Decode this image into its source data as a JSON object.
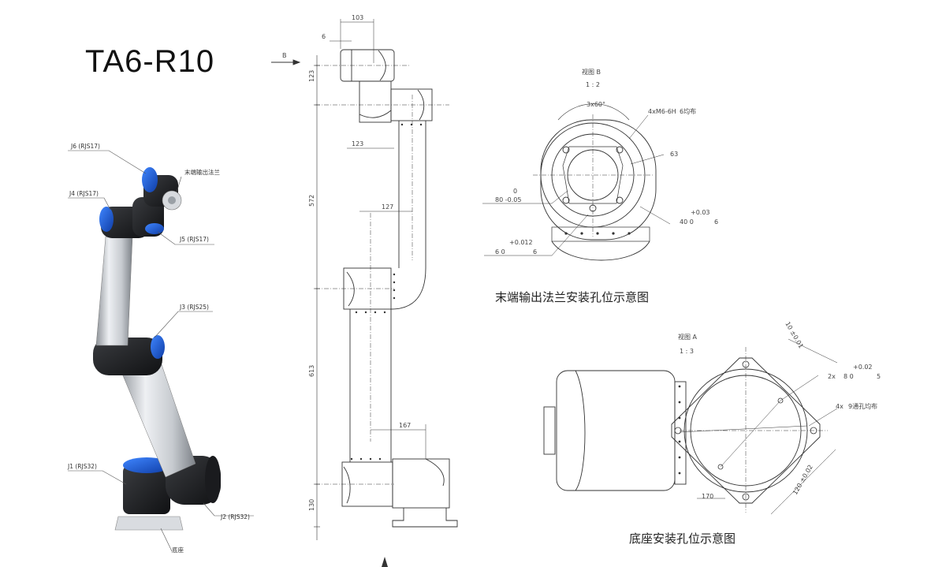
{
  "title": "TA6-R10",
  "arm_labels": {
    "j6": "J6 (RJS17)",
    "flange": "末端输出法兰",
    "j4": "J4 (RJS17)",
    "j5": "J5 (RJS17)",
    "j3": "J3 (RJS25)",
    "j1": "J1 (RJS32)",
    "j2": "J2 (RJS32)",
    "base": "底座"
  },
  "side_view": {
    "arrow_b": "B",
    "dim_top_width": "103",
    "dim_small": "6",
    "dim_123a": "123",
    "dim_123b": "123",
    "dim_572": "572",
    "dim_127": "127",
    "dim_613": "613",
    "dim_167": "167",
    "dim_130": "130"
  },
  "flange_view": {
    "view_label": "视图 B",
    "scale": "1 : 2",
    "angle": "3x60°",
    "holes": "4xM6-6H",
    "holes_depth": "6均布",
    "d63": "63",
    "d80_tol_top": "0",
    "d80": "80  -0.05",
    "d40_tol": "+0.03",
    "d40": "40   0",
    "d40_depth": "6",
    "d6_tol": "+0.012",
    "d6": "6    0",
    "d6_depth": "6",
    "caption": "末端输出法兰安装孔位示意图"
  },
  "base_view": {
    "view_label": "视图 A",
    "scale": "1 : 3",
    "dim_10": "10 ±0.01",
    "pin_tol": "+0.02",
    "pin": "2x",
    "pin_d": "8   0",
    "pin_depth": "5",
    "holes": "4x",
    "holes_d": "9通孔均布",
    "d170": "170",
    "dim_120": "120 ±0.02",
    "caption": "底座安装孔位示意图"
  },
  "colors": {
    "joint_blue": "#1f5fd6",
    "link_silver": "#c8ccd2",
    "joint_black": "#1e1f22",
    "line": "#333333"
  }
}
